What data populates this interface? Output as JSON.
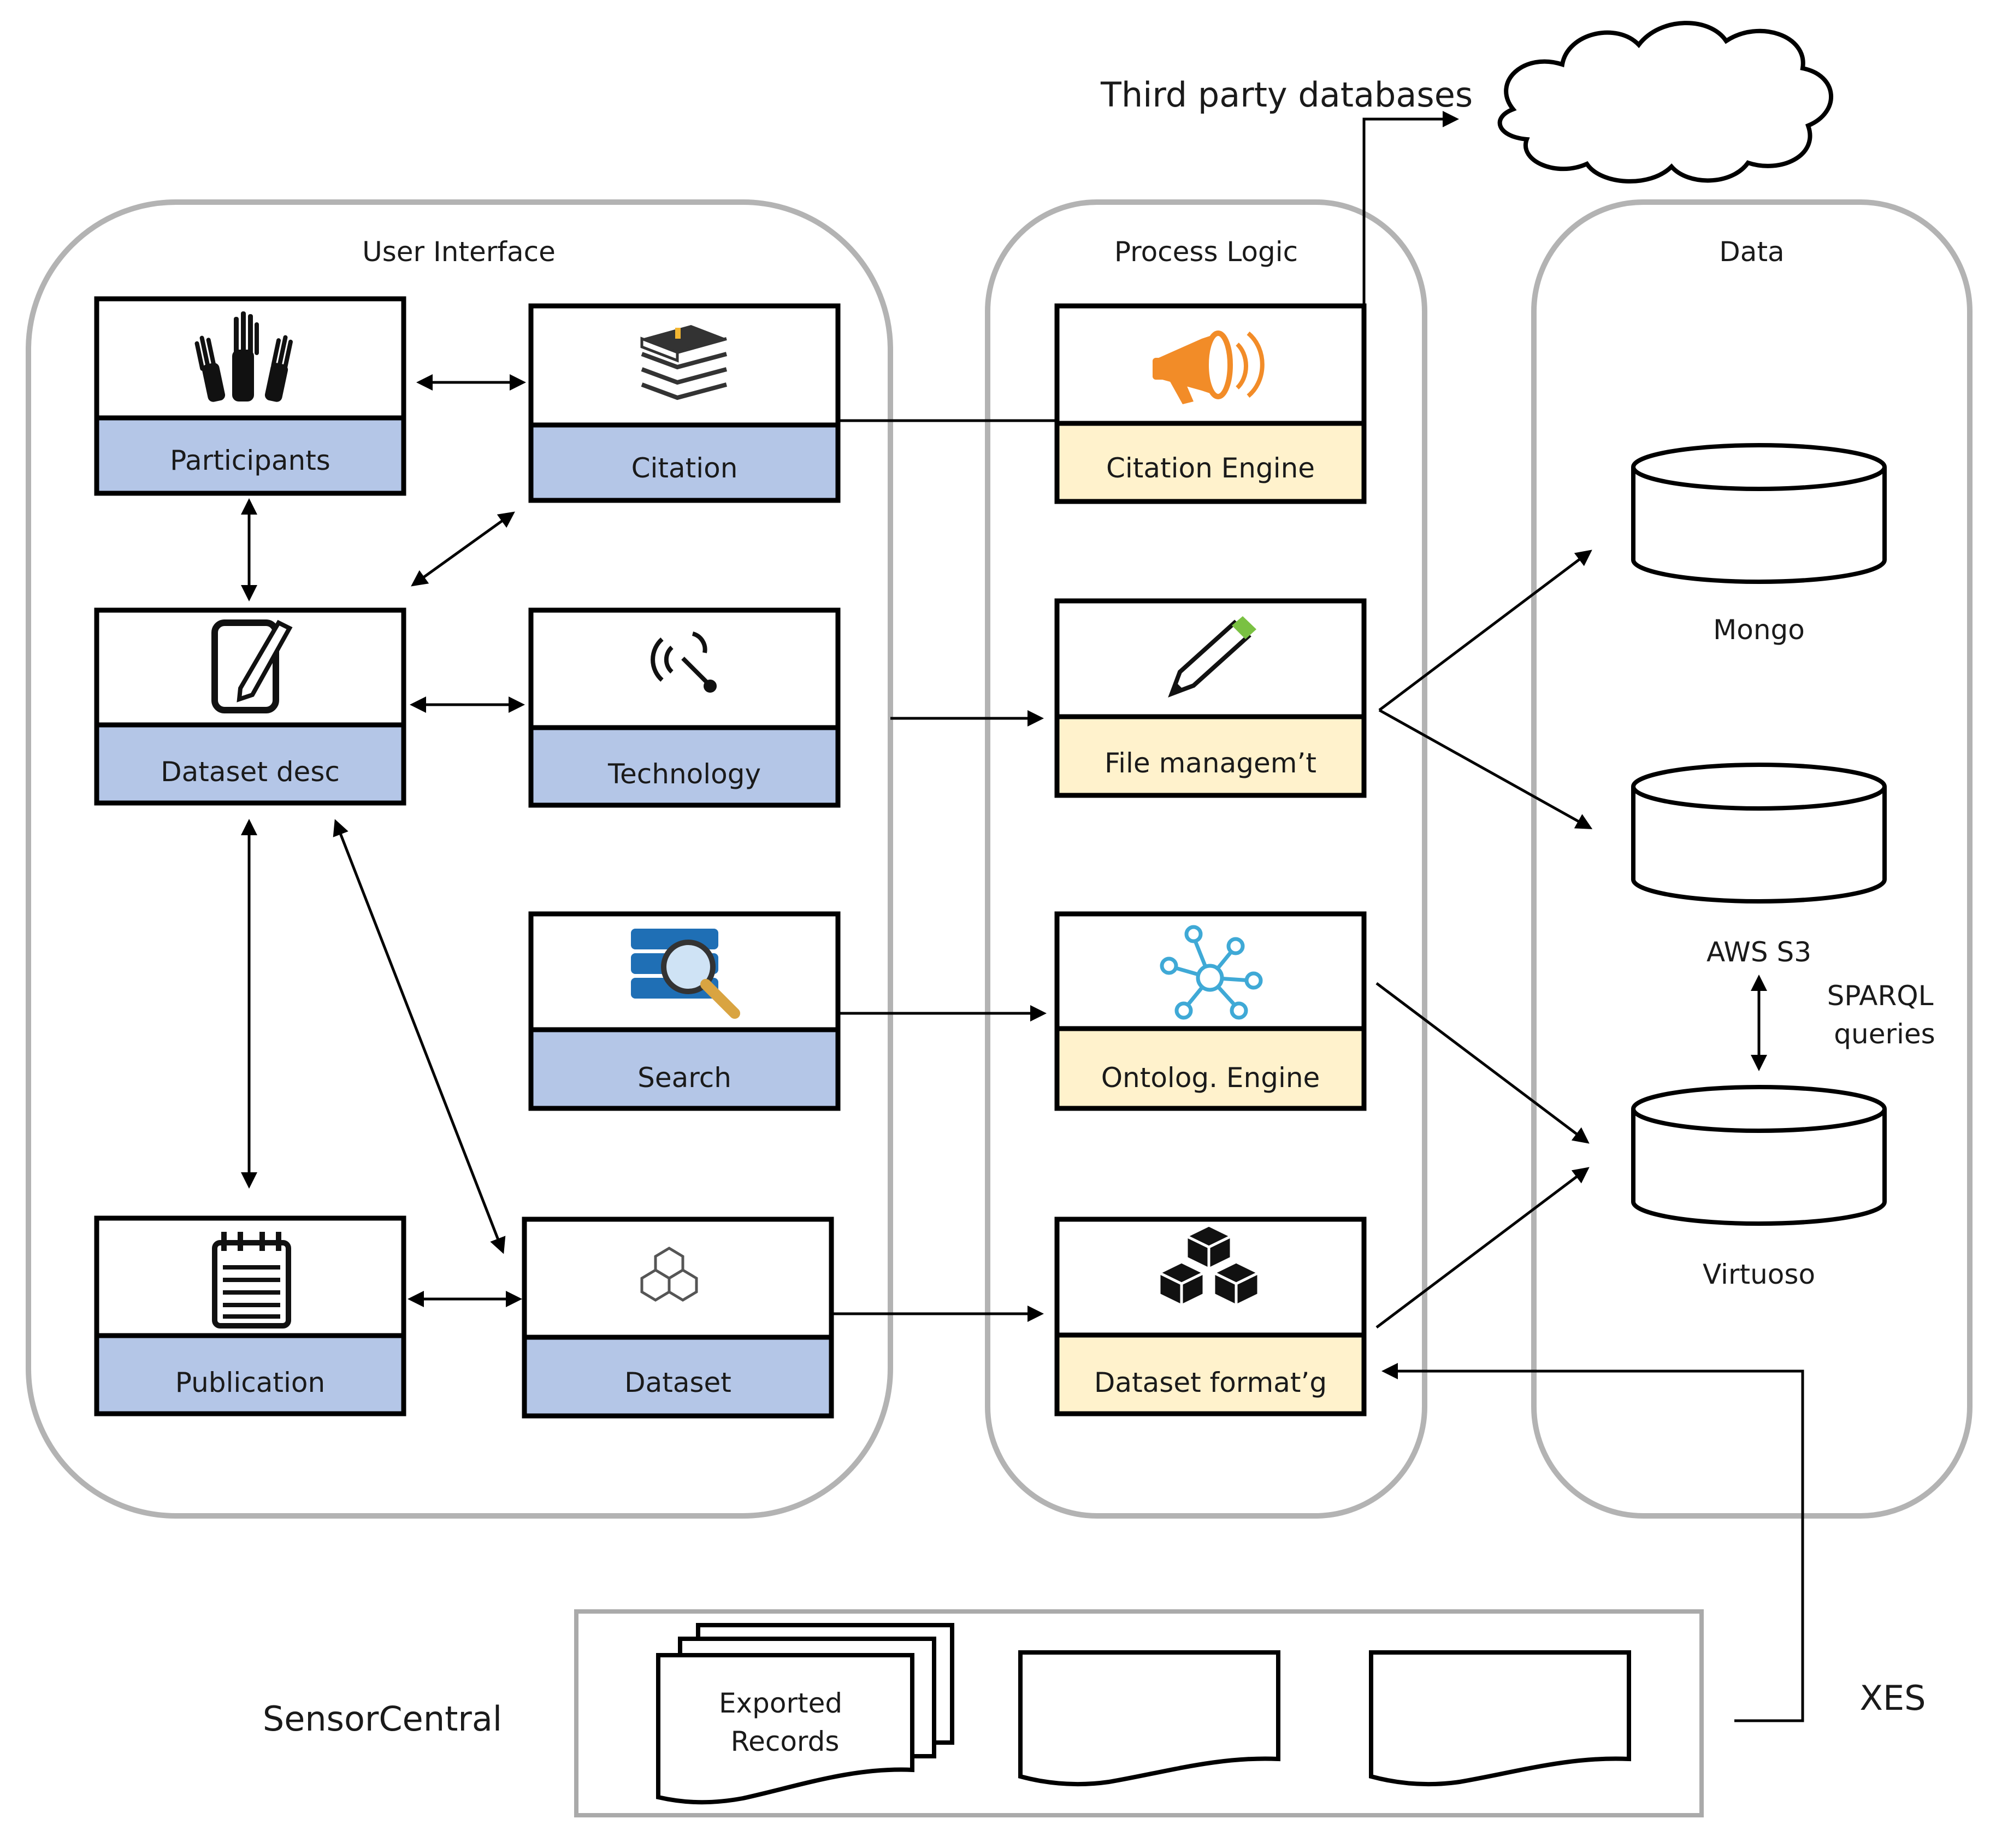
{
  "sections": {
    "user_interface": "User Interface",
    "process_logic": "Process Logic",
    "data": "Data"
  },
  "third_party": "Third party databases",
  "ui_modules": {
    "participants": "Participants",
    "citation": "Citation",
    "dataset_desc": "Dataset desc",
    "technology": "Technology",
    "search": "Search",
    "publication": "Publication",
    "dataset": "Dataset"
  },
  "logic_modules": {
    "citation_engine": "Citation Engine",
    "file_management": "File managem’t",
    "ontology_engine": "Ontolog. Engine",
    "dataset_formatting": "Dataset format’g"
  },
  "stores": {
    "mongo": "Mongo",
    "aws_s3": "AWS S3",
    "virtuoso": "Virtuoso"
  },
  "sparql": {
    "line1": "SPARQL",
    "line2": "queries"
  },
  "sensor": {
    "name": "SensorCentral",
    "doc_line1": "Exported",
    "doc_line2": "Records",
    "format": "XES"
  },
  "icons": {
    "participants": "raised-hands-icon",
    "citation": "book-stack-icon",
    "dataset_desc": "edit-note-icon",
    "technology": "antenna-signal-icon",
    "search": "database-search-icon",
    "publication": "notepad-icon",
    "dataset": "cubes-outline-icon",
    "citation_engine": "megaphone-icon",
    "file_management": "pencil-icon",
    "ontology_engine": "network-nodes-icon",
    "dataset_formatting": "cubes-solid-icon",
    "cloud": "cloud-icon"
  },
  "colors": {
    "ui_module": "#b4c6e7",
    "logic_module": "#fff2cc",
    "container": "#b3b3b3",
    "megaphone": "#f28c28",
    "search_blue": "#1f6fb5",
    "network": "#3fa9d6",
    "pencil_tip": "#7ac142"
  }
}
